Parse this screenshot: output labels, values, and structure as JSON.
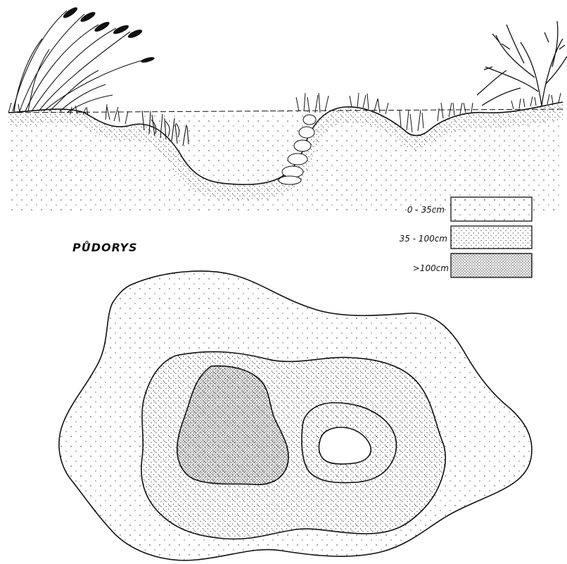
{
  "title": "PŮDORYS",
  "legend": [
    {
      "label": "0 - 35cm",
      "density": "light"
    },
    {
      "label": "35 - 100cm",
      "density": "medium"
    },
    {
      "label": ">100cm",
      "density": "dense"
    }
  ],
  "colors": {
    "ink": "#111111",
    "paper": "#ffffff"
  }
}
